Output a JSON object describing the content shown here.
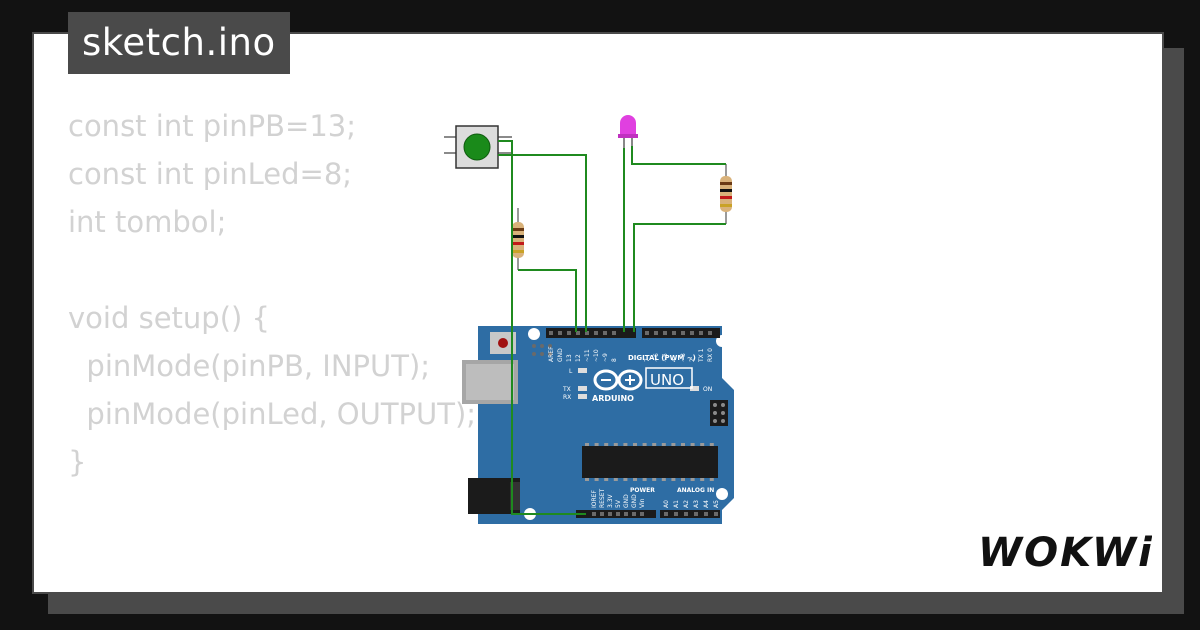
{
  "tab": {
    "title": "sketch.ino"
  },
  "code_lines": [
    "const int pinPB=13;",
    "const int pinLed=8;",
    "int tombol;",
    "",
    "void setup() {",
    "  pinMode(pinPB, INPUT);",
    "  pinMode(pinLed, OUTPUT);",
    "}"
  ],
  "board": {
    "name": "UNO",
    "brand": "ARDUINO",
    "digital_label": "DIGITAL (PWM ~)",
    "power_label": "POWER",
    "analog_label": "ANALOG IN",
    "on_label": "ON",
    "l_label": "L",
    "tx_label": "TX",
    "rx_label": "RX",
    "top_pins": [
      "AREF",
      "GND",
      "13",
      "12",
      "~11",
      "~10",
      "~9",
      "8",
      "7",
      "~6",
      "~5",
      "4",
      "~3",
      "2",
      "TX 1",
      "RX 0"
    ],
    "power_pins": [
      "IOREF",
      "RESET",
      "3.3V",
      "5V",
      "GND",
      "GND",
      "Vin"
    ],
    "analog_pins": [
      "A0",
      "A1",
      "A2",
      "A3",
      "A4",
      "A5"
    ]
  },
  "brand_logo": {
    "text": "WOKWi"
  },
  "colors": {
    "background": "#121212",
    "card": "#ffffff",
    "frame": "#4a4a4a",
    "code_text": "#d2d2d2",
    "board": "#2e6da4",
    "wire": "#1f8a1f",
    "led": "#e040e0",
    "button_cap": "#1a8a1a"
  },
  "icons": [
    "pushbutton-icon",
    "led-icon",
    "resistor-icon",
    "arduino-uno-icon",
    "infinity-logo-icon"
  ]
}
